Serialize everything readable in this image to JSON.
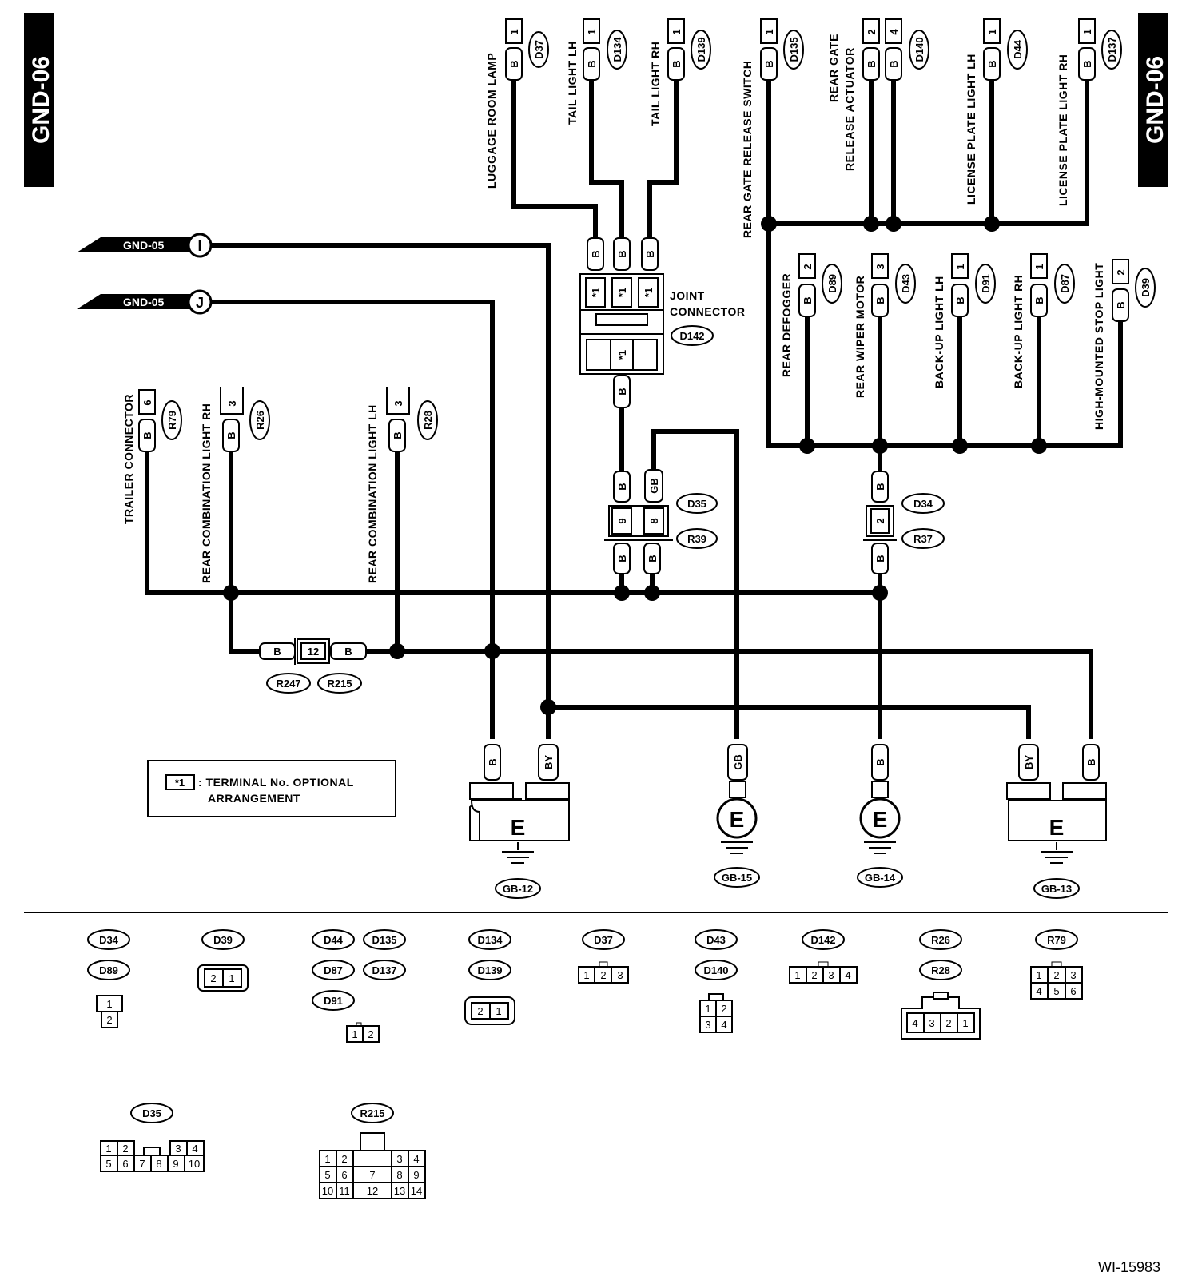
{
  "sheet_tag": "GND-06",
  "gnd_inputs": [
    {
      "label": "GND-05",
      "letter": "I"
    },
    {
      "label": "GND-05",
      "letter": "J"
    }
  ],
  "top_connectors": [
    {
      "name": "LUGGAGE ROOM LAMP",
      "code": "D37",
      "pin": "1",
      "wire": "B"
    },
    {
      "name": "TAIL LIGHT LH",
      "code": "D134",
      "pin": "1",
      "wire": "B"
    },
    {
      "name": "TAIL LIGHT RH",
      "code": "D139",
      "pin": "1",
      "wire": "B"
    },
    {
      "name": "REAR GATE RELEASE SWITCH",
      "code": "D135",
      "pin": "1",
      "wire": "B"
    },
    {
      "name_l1": "REAR GATE",
      "name_l2": "RELEASE ACTUATOR",
      "code": "D140",
      "pins": [
        "2",
        "4"
      ],
      "wire": "B"
    },
    {
      "name": "LICENSE PLATE LIGHT LH",
      "code": "D44",
      "pin": "1",
      "wire": "B"
    },
    {
      "name": "LICENSE PLATE LIGHT RH",
      "code": "D137",
      "pin": "1",
      "wire": "B"
    }
  ],
  "mid_connectors": [
    {
      "name": "REAR DEFOGGER",
      "code": "D89",
      "pin": "2",
      "wire": "B"
    },
    {
      "name": "REAR WIPER MOTOR",
      "code": "D43",
      "pin": "3",
      "wire": "B"
    },
    {
      "name": "BACK-UP LIGHT LH",
      "code": "D91",
      "pin": "1",
      "wire": "B"
    },
    {
      "name": "BACK-UP LIGHT RH",
      "code": "D87",
      "pin": "1",
      "wire": "B"
    },
    {
      "name": "HIGH-MOUNTED STOP LIGHT",
      "code": "D39",
      "pin": "2",
      "wire": "B"
    }
  ],
  "left_connectors": [
    {
      "name": "TRAILER CONNECTOR",
      "code": "R79",
      "pin": "6",
      "wire": "B"
    },
    {
      "name": "REAR COMBINATION LIGHT RH",
      "code": "R26",
      "pin": "3",
      "wire": "B"
    },
    {
      "name": "REAR COMBINATION LIGHT LH",
      "code": "R28",
      "pin": "3",
      "wire": "B"
    }
  ],
  "joint_connector": {
    "l1": "JOINT",
    "l2": "CONNECTOR",
    "code": "D142",
    "star": "*1",
    "wire": "B"
  },
  "inline_d35": {
    "codes": [
      "D35",
      "R39"
    ],
    "pins": [
      "9",
      "8"
    ],
    "wires_top": [
      "B",
      "GB"
    ],
    "wires_bottom": [
      "B",
      "B"
    ]
  },
  "inline_d34": {
    "codes": [
      "D34",
      "R37"
    ],
    "pin": "2",
    "wire": "B"
  },
  "inline_r247": {
    "codes": [
      "R247",
      "R215"
    ],
    "pin": "12",
    "wires": [
      "B",
      "B"
    ]
  },
  "grounds": [
    {
      "code": "GB-12",
      "letter": "E",
      "wires": [
        "B",
        "BY"
      ]
    },
    {
      "code": "GB-15",
      "letter": "E",
      "wires": [
        "GB"
      ]
    },
    {
      "code": "GB-14",
      "letter": "E",
      "wires": [
        "B"
      ]
    },
    {
      "code": "GB-13",
      "letter": "E",
      "wires": [
        "BY",
        "B"
      ]
    }
  ],
  "legend": {
    "symbol": "*1",
    "text_l1": ": TERMINAL No. OPTIONAL",
    "text_l2": "ARRANGEMENT"
  },
  "connector_views": [
    {
      "codes": [
        "D34",
        "D89"
      ],
      "rows": [
        [
          "1"
        ],
        [
          "2"
        ]
      ]
    },
    {
      "codes": [
        "D39"
      ],
      "rows": [
        [
          "2",
          "1"
        ]
      ]
    },
    {
      "codes": [
        "D44",
        "D135",
        "D87",
        "D137",
        "D91"
      ],
      "rows": [
        [
          "1",
          "2"
        ]
      ]
    },
    {
      "codes": [
        "D134",
        "D139"
      ],
      "rows": [
        [
          "2",
          "1"
        ]
      ]
    },
    {
      "codes": [
        "D37"
      ],
      "rows": [
        [
          "1",
          "2",
          "3"
        ]
      ]
    },
    {
      "codes": [
        "D43",
        "D140"
      ],
      "rows": [
        [
          "1",
          "2"
        ],
        [
          "3",
          "4"
        ]
      ]
    },
    {
      "codes": [
        "D142"
      ],
      "rows": [
        [
          "1",
          "2",
          "3",
          "4"
        ]
      ]
    },
    {
      "codes": [
        "R26",
        "R28"
      ],
      "rows": [
        [
          "4",
          "3",
          "2",
          "1"
        ]
      ]
    },
    {
      "codes": [
        "R79"
      ],
      "rows": [
        [
          "1",
          "2",
          "3"
        ],
        [
          "4",
          "5",
          "6"
        ]
      ]
    },
    {
      "codes": [
        "D35"
      ],
      "rows": [
        [
          "1",
          "2",
          "3",
          "4"
        ],
        [
          "5",
          "6",
          "7",
          "8",
          "9",
          "10"
        ]
      ]
    },
    {
      "codes": [
        "R215"
      ],
      "rows": [
        [
          "1",
          "2",
          "3",
          "4"
        ],
        [
          "5",
          "6",
          "7",
          "8",
          "9"
        ],
        [
          "10",
          "11",
          "12",
          "13",
          "14"
        ]
      ]
    }
  ],
  "figure_id": "WI-15983"
}
